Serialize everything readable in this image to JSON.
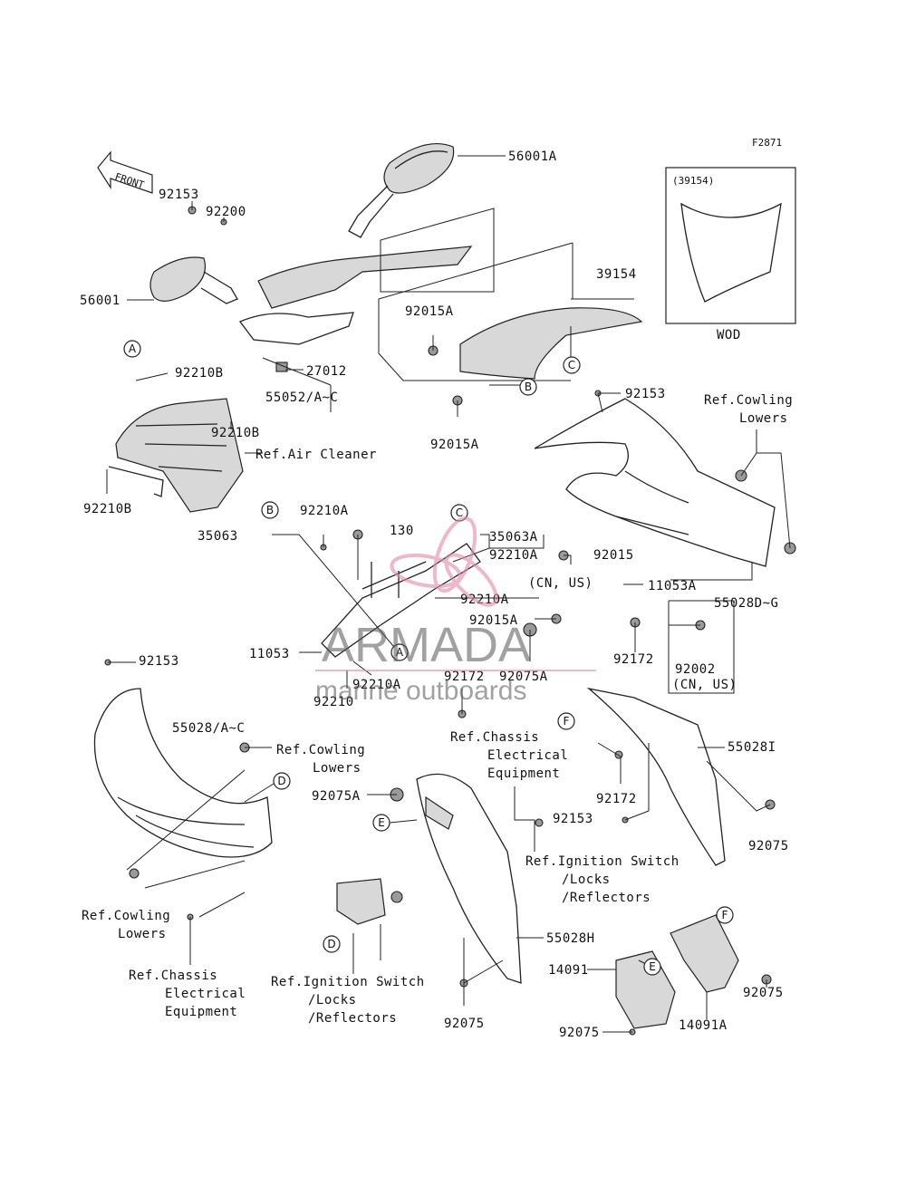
{
  "figure_code": "F2871",
  "front_label": "FRONT",
  "watermark": {
    "brand": "ARMADA",
    "sub": "marine outboards"
  },
  "inset": {
    "part": "(39154)",
    "caption": "WOD"
  },
  "labels": [
    {
      "id": "p56001A",
      "text": "56001A"
    },
    {
      "id": "p92153a",
      "text": "92153"
    },
    {
      "id": "p92200",
      "text": "92200"
    },
    {
      "id": "p56001",
      "text": "56001"
    },
    {
      "id": "p92015Aa",
      "text": "92015A"
    },
    {
      "id": "p39154",
      "text": "39154"
    },
    {
      "id": "p27012",
      "text": "27012"
    },
    {
      "id": "p55052",
      "text": "55052/A~C"
    },
    {
      "id": "p92210Ba",
      "text": "92210B"
    },
    {
      "id": "p92210Bb",
      "text": "92210B"
    },
    {
      "id": "pRefAir",
      "text": "Ref.Air Cleaner"
    },
    {
      "id": "p92210Bc",
      "text": "92210B"
    },
    {
      "id": "p92015Ab",
      "text": "92015A"
    },
    {
      "id": "p92153b",
      "text": "92153"
    },
    {
      "id": "pRefCowl1a",
      "text": "Ref.Cowling"
    },
    {
      "id": "pRefCowl1b",
      "text": "Lowers"
    },
    {
      "id": "p92210Aa",
      "text": "92210A"
    },
    {
      "id": "p35063",
      "text": "35063"
    },
    {
      "id": "p130",
      "text": "130"
    },
    {
      "id": "p35063A",
      "text": "35063A"
    },
    {
      "id": "p92210Ab",
      "text": "92210A"
    },
    {
      "id": "p92015",
      "text": "92015"
    },
    {
      "id": "pCNUS1",
      "text": "(CN, US)"
    },
    {
      "id": "p11053A",
      "text": "11053A"
    },
    {
      "id": "p55028DG",
      "text": "55028D~G"
    },
    {
      "id": "p92210Ac",
      "text": "92210A"
    },
    {
      "id": "p92015Ac",
      "text": "92015A"
    },
    {
      "id": "p11053",
      "text": "11053"
    },
    {
      "id": "p92210Ad",
      "text": "92210A"
    },
    {
      "id": "p92210",
      "text": "92210"
    },
    {
      "id": "p92172a",
      "text": "92172"
    },
    {
      "id": "p92075Aa",
      "text": "92075A"
    },
    {
      "id": "p92002",
      "text": "92002"
    },
    {
      "id": "pCNUS2",
      "text": "(CN, US)"
    },
    {
      "id": "p92153c",
      "text": "92153"
    },
    {
      "id": "p92172b",
      "text": "92172"
    },
    {
      "id": "pRefChas1a",
      "text": "Ref.Chassis"
    },
    {
      "id": "pRefChas1b",
      "text": "Electrical"
    },
    {
      "id": "pRefChas1c",
      "text": "Equipment"
    },
    {
      "id": "p55028AC",
      "text": "55028/A~C"
    },
    {
      "id": "pRefCowl2a",
      "text": "Ref.Cowling"
    },
    {
      "id": "pRefCowl2b",
      "text": "Lowers"
    },
    {
      "id": "p55028I",
      "text": "55028I"
    },
    {
      "id": "p92172c",
      "text": "92172"
    },
    {
      "id": "p92075Ab",
      "text": "92075A"
    },
    {
      "id": "p92153d",
      "text": "92153"
    },
    {
      "id": "p92075a",
      "text": "92075"
    },
    {
      "id": "pRefIgn1a",
      "text": "Ref.Ignition Switch"
    },
    {
      "id": "pRefIgn1b",
      "text": "/Locks"
    },
    {
      "id": "pRefIgn1c",
      "text": "/Reflectors"
    },
    {
      "id": "pRefCowl3a",
      "text": "Ref.Cowling"
    },
    {
      "id": "pRefCowl3b",
      "text": "Lowers"
    },
    {
      "id": "p55028H",
      "text": "55028H"
    },
    {
      "id": "pRefChas2a",
      "text": "Ref.Chassis"
    },
    {
      "id": "pRefChas2b",
      "text": "Electrical"
    },
    {
      "id": "pRefChas2c",
      "text": "Equipment"
    },
    {
      "id": "pRefIgn2a",
      "text": "Ref.Ignition Switch"
    },
    {
      "id": "pRefIgn2b",
      "text": "/Locks"
    },
    {
      "id": "pRefIgn2c",
      "text": "/Reflectors"
    },
    {
      "id": "p14091",
      "text": "14091"
    },
    {
      "id": "p92075b",
      "text": "92075"
    },
    {
      "id": "p92075c",
      "text": "92075"
    },
    {
      "id": "p92075d",
      "text": "92075"
    },
    {
      "id": "p14091A",
      "text": "14091A"
    }
  ],
  "callouts": [
    {
      "id": "cA1",
      "text": "A"
    },
    {
      "id": "cB1",
      "text": "B"
    },
    {
      "id": "cC1",
      "text": "C"
    },
    {
      "id": "cB2",
      "text": "B"
    },
    {
      "id": "cC2",
      "text": "C"
    },
    {
      "id": "cA2",
      "text": "A"
    },
    {
      "id": "cD1",
      "text": "D"
    },
    {
      "id": "cF1",
      "text": "F"
    },
    {
      "id": "cE1",
      "text": "E"
    },
    {
      "id": "cD2",
      "text": "D"
    },
    {
      "id": "cF2",
      "text": "F"
    },
    {
      "id": "cE2",
      "text": "E"
    }
  ]
}
